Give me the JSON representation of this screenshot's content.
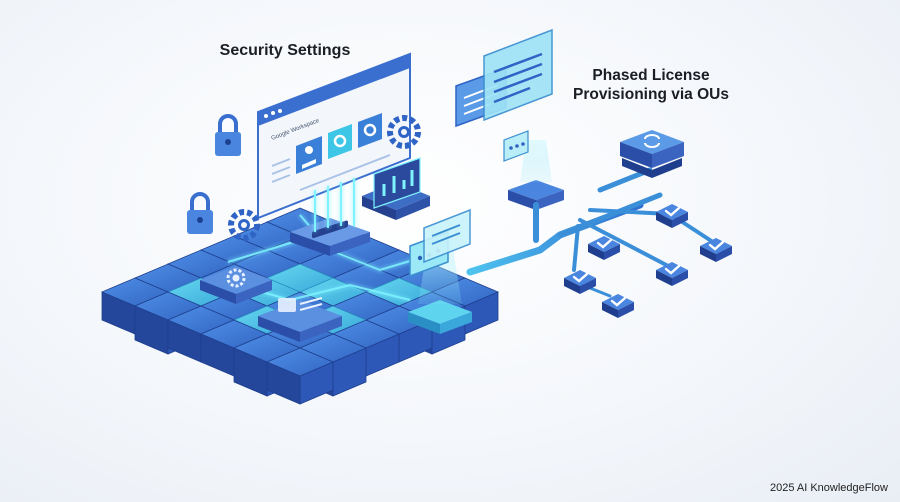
{
  "labels": {
    "security_settings": "Security Settings",
    "phased_line1": "Phased License",
    "phased_line2": "Provisioning via OUs",
    "browser_brand": "Google Workspace"
  },
  "watermark": "2025 AI KnowledgeFlow",
  "colors": {
    "deep_blue": "#2c56b8",
    "mid_blue": "#3a7fd8",
    "cyan": "#3ec6e6",
    "light_cyan": "#8fe6f5",
    "glow": "#7ff3ff",
    "panel_bg": "#f3f7fc"
  },
  "icons": [
    "padlock-icon",
    "gear-icon",
    "user-card-icon",
    "bar-chart-icon",
    "chat-bubble-icon",
    "checkmark-icon",
    "recycle-icon"
  ]
}
